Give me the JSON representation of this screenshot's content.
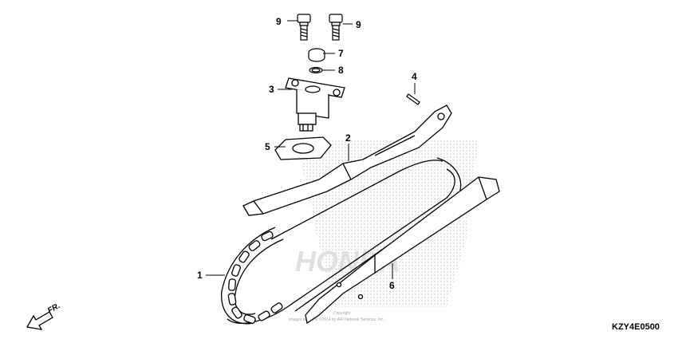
{
  "diagram": {
    "diagram_code": "KZY4E0500",
    "direction_label": "FR.",
    "watermark": {
      "brand": "HONDA",
      "copyright_line_1": "Copyright",
      "copyright_line_2": "Images and Text ©2014 by ARI Network Services, Inc."
    },
    "callouts": [
      {
        "id": "1",
        "part": "cam chain"
      },
      {
        "id": "2",
        "part": "tensioner arm"
      },
      {
        "id": "3",
        "part": "tensioner lifter"
      },
      {
        "id": "4",
        "part": "pin"
      },
      {
        "id": "5",
        "part": "gasket"
      },
      {
        "id": "6",
        "part": "guide"
      },
      {
        "id": "7",
        "part": "sealing bolt"
      },
      {
        "id": "8",
        "part": "o-ring"
      },
      {
        "id": "9",
        "part": "bolt"
      },
      {
        "id": "9",
        "part": "bolt"
      }
    ]
  },
  "colors": {
    "line": "#000000",
    "watermark": "#d8d8d8",
    "background": "#ffffff"
  }
}
